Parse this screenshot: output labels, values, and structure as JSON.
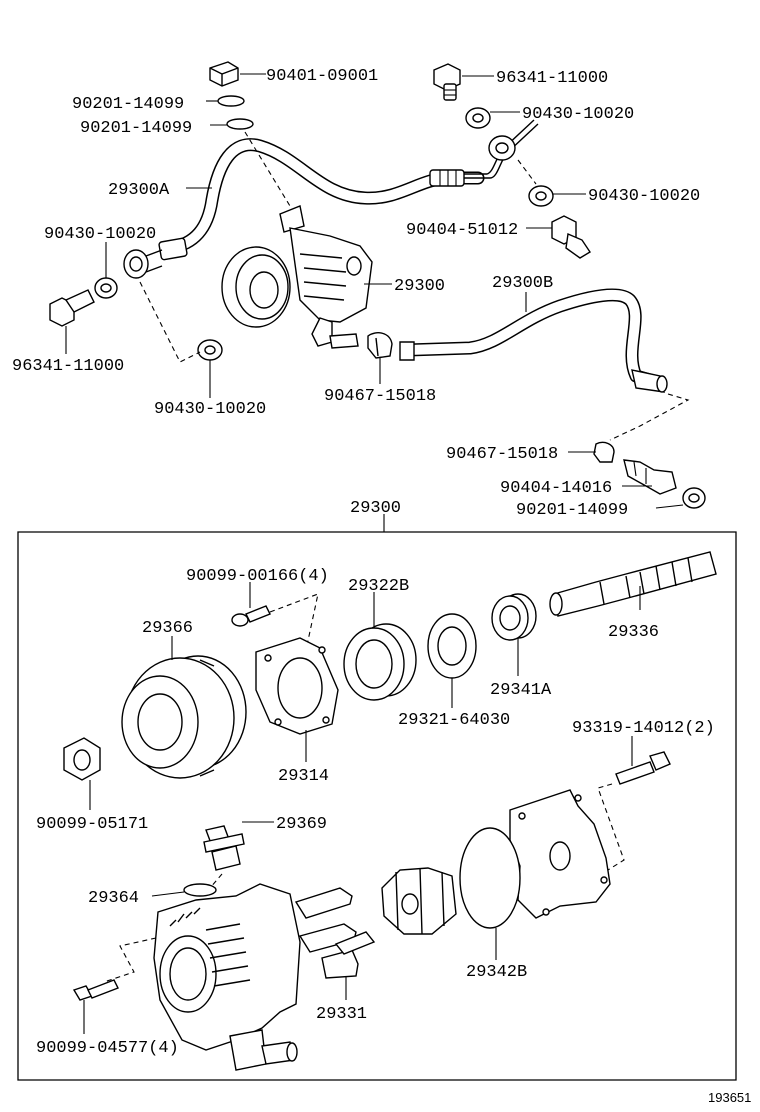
{
  "callouts": {
    "pn_90401_09001": "90401-09001",
    "pn_96341_11000_top": "96341-11000",
    "pn_90201_14099_a": "90201-14099",
    "pn_90201_14099_b": "90201-14099",
    "pn_90430_10020_top": "90430-10020",
    "pn_29300a": "29300A",
    "pn_90430_10020_right": "90430-10020",
    "pn_90430_10020_left": "90430-10020",
    "pn_90404_51012": "90404-51012",
    "pn_29300_pump": "29300",
    "pn_29300b": "29300B",
    "pn_96341_11000_left": "96341-11000",
    "pn_90430_10020_bottom": "90430-10020",
    "pn_90467_15018_a": "90467-15018",
    "pn_90467_15018_b": "90467-15018",
    "pn_90404_14016": "90404-14016",
    "pn_90201_14099_c": "90201-14099",
    "pn_29300_box": "29300",
    "pn_90099_00166": "90099-00166(4)",
    "pn_29322b": "29322B",
    "pn_29366": "29366",
    "pn_29336": "29336",
    "pn_29341a": "29341A",
    "pn_29321_64030": "29321-64030",
    "pn_93319_14012": "93319-14012(2)",
    "pn_29314": "29314",
    "pn_90099_05171": "90099-05171",
    "pn_29369": "29369",
    "pn_29364": "29364",
    "pn_29342b": "29342B",
    "pn_29331": "29331",
    "pn_90099_04577": "90099-04577(4)"
  },
  "figure_id": "193651"
}
